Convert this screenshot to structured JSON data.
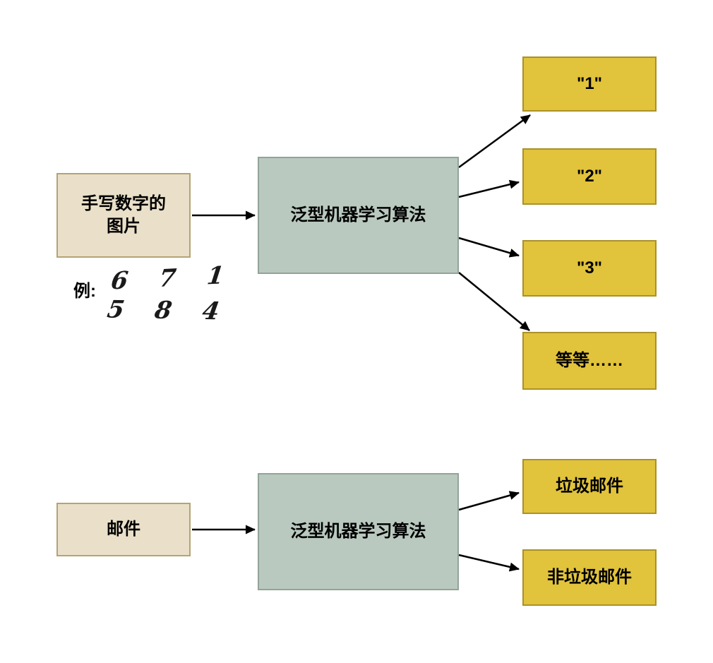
{
  "colors": {
    "input_fill": "#eae0c9",
    "input_border": "#b3a376",
    "algorithm_fill": "#b9c9bf",
    "algorithm_border": "#93a398",
    "output_fill": "#e1c33c",
    "output_border": "#ab9129",
    "arrow": "#000000"
  },
  "top_diagram": {
    "input_box": {
      "lines": [
        "手写数字的",
        "图片"
      ]
    },
    "example": {
      "label": "例:",
      "digits_row1": "6 7 1",
      "digits_row2": "5 8 4"
    },
    "algorithm_box": {
      "label": "泛型机器学习算法"
    },
    "outputs": [
      {
        "label": "\"1\""
      },
      {
        "label": "\"2\""
      },
      {
        "label": "\"3\""
      },
      {
        "label": "等等……"
      }
    ]
  },
  "bottom_diagram": {
    "input_box": {
      "label": "邮件"
    },
    "algorithm_box": {
      "label": "泛型机器学习算法"
    },
    "outputs": [
      {
        "label": "垃圾邮件"
      },
      {
        "label": "非垃圾邮件"
      }
    ]
  }
}
